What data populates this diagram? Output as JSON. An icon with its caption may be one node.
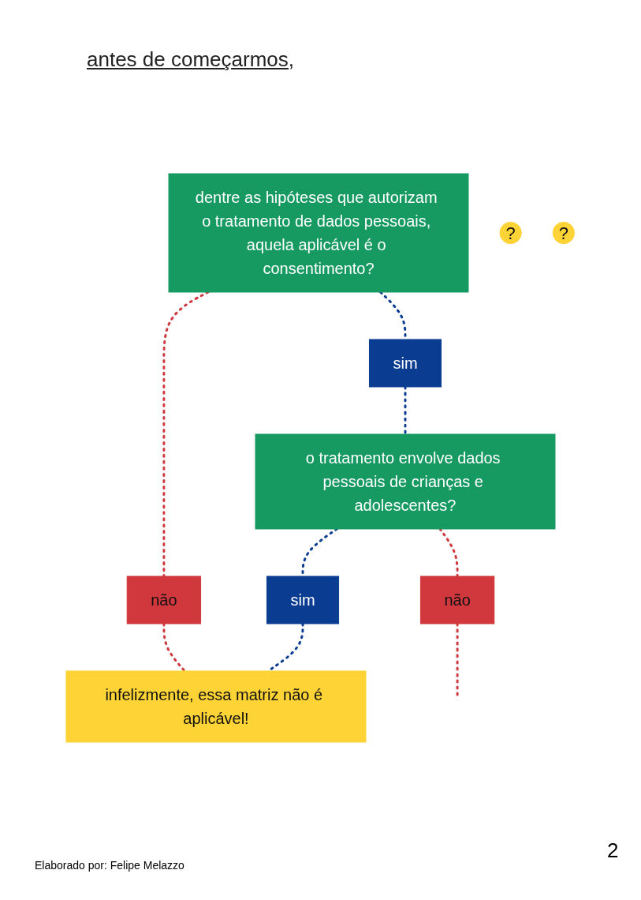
{
  "diagram": {
    "title": "antes de começarmos,",
    "nodes": [
      {
        "text": [
          "dentre as hipóteses que autorizam o tratamento de dados pessoais, aquela aplicável é o consentimento?"
        ]
      },
      {
        "text": [
          "?"
        ]
      },
      {
        "text": [
          "sim"
        ]
      },
      {
        "text": [
          "não"
        ]
      },
      {
        "text": [
          "infelizmente, essa matriz não é aplicável!"
        ]
      },
      {
        "text": [
          "o tratamento envolve dados pessoais de crianças e adolescentes?"
        ]
      },
      {
        "text": [
          "?"
        ]
      },
      {
        "text": [
          "sim"
        ]
      },
      {
        "text": [
          "não"
        ]
      }
    ],
    "edges": [
      {
        "from": 0,
        "to": 2,
        "arrow": "none",
        "style": "dashed",
        "color": "#0a3d91"
      },
      {
        "from": 0,
        "to": 3,
        "arrow": "none",
        "style": "dashed",
        "color": "#d0383d"
      },
      {
        "from": 2,
        "to": 5,
        "arrow": "none",
        "style": "dashed",
        "color": "#0a3d91"
      },
      {
        "from": 3,
        "to": 4,
        "arrow": "none",
        "style": "dashed",
        "color": "#d0383d"
      },
      {
        "from": 5,
        "to": 7,
        "arrow": "none",
        "style": "dashed",
        "color": "#0a3d91"
      },
      {
        "from": 5,
        "to": 8,
        "arrow": "none",
        "style": "dashed",
        "color": "#d0383d"
      },
      {
        "from": 7,
        "to": 4,
        "arrow": "none",
        "style": "dashed",
        "color": "#0a3d91"
      },
      {
        "from": 8,
        "to": null,
        "arrow": "none",
        "style": "dashed",
        "color": "#d0383d"
      }
    ],
    "labels": [
      "2",
      "Elaborado por: Felipe Melazzo"
    ]
  }
}
